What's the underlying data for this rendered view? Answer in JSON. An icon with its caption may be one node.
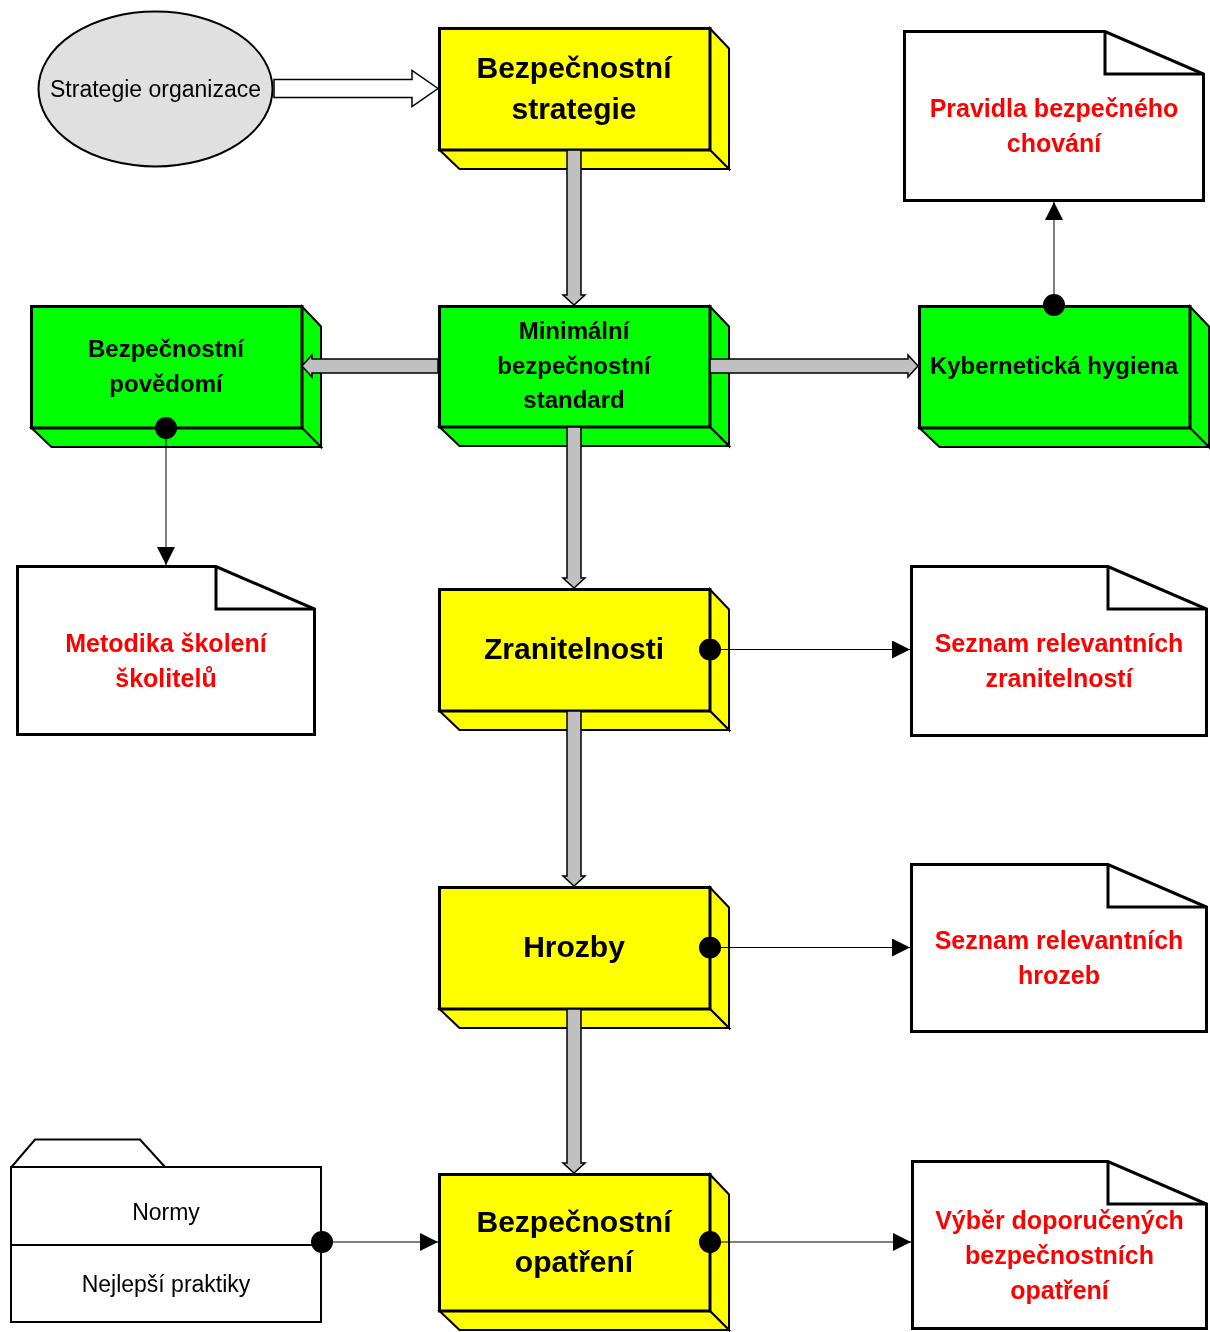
{
  "diagram": {
    "nodes": [
      {
        "text": [
          "Strategie organizace"
        ]
      },
      {
        "text": [
          "Bezpečnostní strategie"
        ]
      },
      {
        "text": [
          "Minimální bezpečnostní standard"
        ]
      },
      {
        "text": [
          "Bezpečnostní povědomí"
        ]
      },
      {
        "text": [
          "Kybernetická hygiena"
        ]
      },
      {
        "text": [
          "Pravidla bezpečného chování"
        ]
      },
      {
        "text": [
          "Metodika školení školitelů"
        ]
      },
      {
        "text": [
          "Zranitelnosti"
        ]
      },
      {
        "text": [
          "Seznam relevantních zranitelností"
        ]
      },
      {
        "text": [
          "Hrozby"
        ]
      },
      {
        "text": [
          "Seznam relevantních hrozeb"
        ]
      },
      {
        "text": [
          "Normy",
          "Nejlepší praktiky"
        ]
      },
      {
        "text": [
          "Bezpečnostní opatření"
        ]
      },
      {
        "text": [
          "Výběr doporučených bezpečnostních opatření"
        ]
      }
    ],
    "edges": [
      {
        "from": 0,
        "to": 1,
        "arrow": "to",
        "style": "thick",
        "color": "#ffffff"
      },
      {
        "from": 1,
        "to": 2,
        "arrow": "to",
        "style": "thick",
        "color": "#c0c0c0"
      },
      {
        "from": 2,
        "to": 3,
        "arrow": "to",
        "style": "thick",
        "color": "#c0c0c0"
      },
      {
        "from": 2,
        "to": 4,
        "arrow": "to",
        "style": "thick",
        "color": "#c0c0c0"
      },
      {
        "from": 4,
        "to": 5,
        "arrow": "to"
      },
      {
        "from": 3,
        "to": 6,
        "arrow": "to"
      },
      {
        "from": 2,
        "to": 7,
        "arrow": "to",
        "style": "thick",
        "color": "#c0c0c0"
      },
      {
        "from": 7,
        "to": 8,
        "arrow": "to"
      },
      {
        "from": 7,
        "to": 9,
        "arrow": "to",
        "style": "thick",
        "color": "#c0c0c0"
      },
      {
        "from": 9,
        "to": 10,
        "arrow": "to"
      },
      {
        "from": 9,
        "to": 12,
        "arrow": "to",
        "style": "thick",
        "color": "#c0c0c0"
      },
      {
        "from": 11,
        "to": 12,
        "arrow": "to"
      },
      {
        "from": 12,
        "to": 13,
        "arrow": "to"
      }
    ]
  }
}
